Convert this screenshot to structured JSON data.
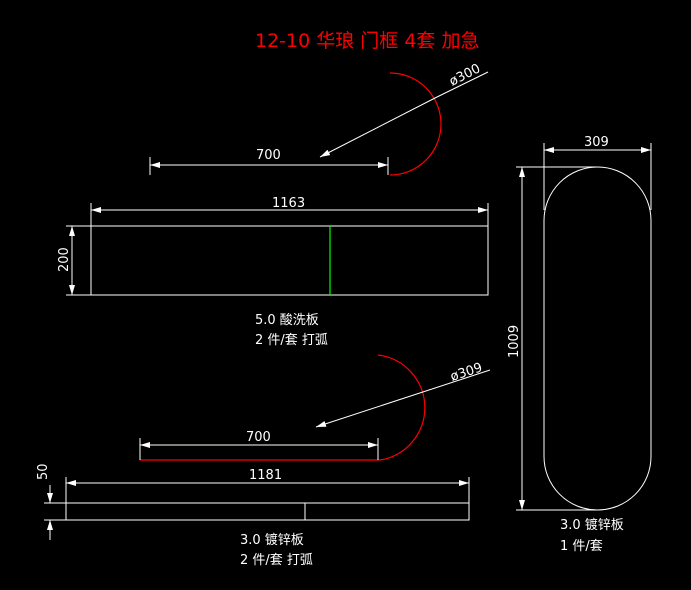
{
  "title": "12-10 华琅 门框 4套 加急",
  "colors": {
    "background": "#000000",
    "title": "#ff0000",
    "arc": "#ff0000",
    "divider": "#00ff00",
    "lines": "#ffffff"
  },
  "part1": {
    "arc_dim": "ø300",
    "chord_dim": "700",
    "length_dim": "1163",
    "height_dim": "200",
    "material": "5.0 酸洗板",
    "qty": "2 件/套 打弧"
  },
  "part2": {
    "arc_dim": "ø309",
    "chord_dim": "700",
    "length_dim": "1181",
    "height_dim": "50",
    "material": "3.0 镀锌板",
    "qty": "2 件/套 打弧"
  },
  "part3": {
    "width_dim": "309",
    "height_dim": "1009",
    "material": "3.0 镀锌板",
    "qty": "1 件/套"
  }
}
